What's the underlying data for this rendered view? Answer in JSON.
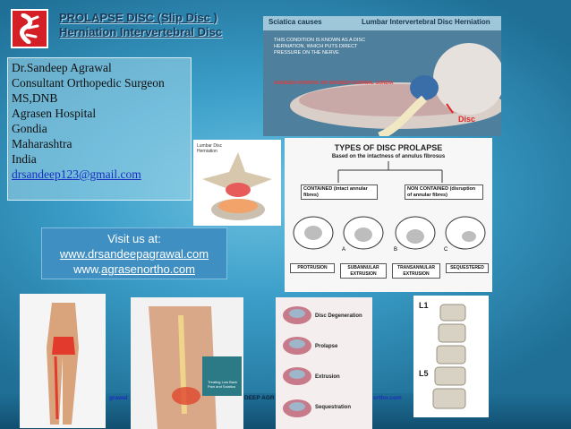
{
  "title": {
    "line1": "PROLAPSE DISC (Slip Disc )",
    "line2": "Herniation Intervertebral Disc"
  },
  "contact": {
    "name": "Dr.Sandeep Agrawal",
    "role": "Consultant Orthopedic Surgeon",
    "degree": "MS,DNB",
    "hospital": "Agrasen Hospital",
    "city": "Gondia",
    "state": "Maharashtra",
    "country": "India",
    "email": "drsandeep123@gmail.com"
  },
  "visit": {
    "heading": "Visit us at:",
    "site1": "www.drsandeepagrawal.com",
    "site2_prefix": "www.",
    "site2_link": "agrasenortho.com"
  },
  "sciatica": {
    "left_head": "Sciatica causes",
    "right_head": "Lumbar Intervertebral Disc Herniation",
    "note": "THIS CONDITION IS KNOWN AS A DISC HERNIATION, WHICH PUTS DIRECT PRESSURE ON THE NERVE",
    "credit": "AGRASEN HOSPITAL DR SANDEEP AGRAWAL GONDIA",
    "disc_label": "Disc"
  },
  "lumbar_label": {
    "line1": "Lumbar Disc",
    "line2": "Herniation"
  },
  "types": {
    "heading": "TYPES OF DISC PROLAPSE",
    "subheading": "Based on the intactness of annulus fibrosus",
    "contained": "CONTAINED (intact annular fibres)",
    "non_contained": "NON CONTAINED (disruption of annular fibres)",
    "letters": [
      "A",
      "B",
      "C"
    ],
    "labels": [
      "PROTRUSION",
      "SUBANNULAR EXTRUSION",
      "TRANSANNULAR EXTRUSION",
      "SEQUESTERED"
    ]
  },
  "degeneration": {
    "labels": [
      "Disc Degeneration",
      "Prolapse",
      "Extrusion",
      "Sequestration"
    ]
  },
  "spine_labels": {
    "top": "L1",
    "bottom": "L5"
  },
  "back_caption": "Treating Low Back Pain and Sciatica",
  "footer": {
    "left": "grawal",
    "middle": "DEEP AGR",
    "right": "ortho.com"
  },
  "colors": {
    "accent_red": "#d51f26",
    "link_blue": "#1a2fbf",
    "panel_blue": "#3f8fc2"
  }
}
